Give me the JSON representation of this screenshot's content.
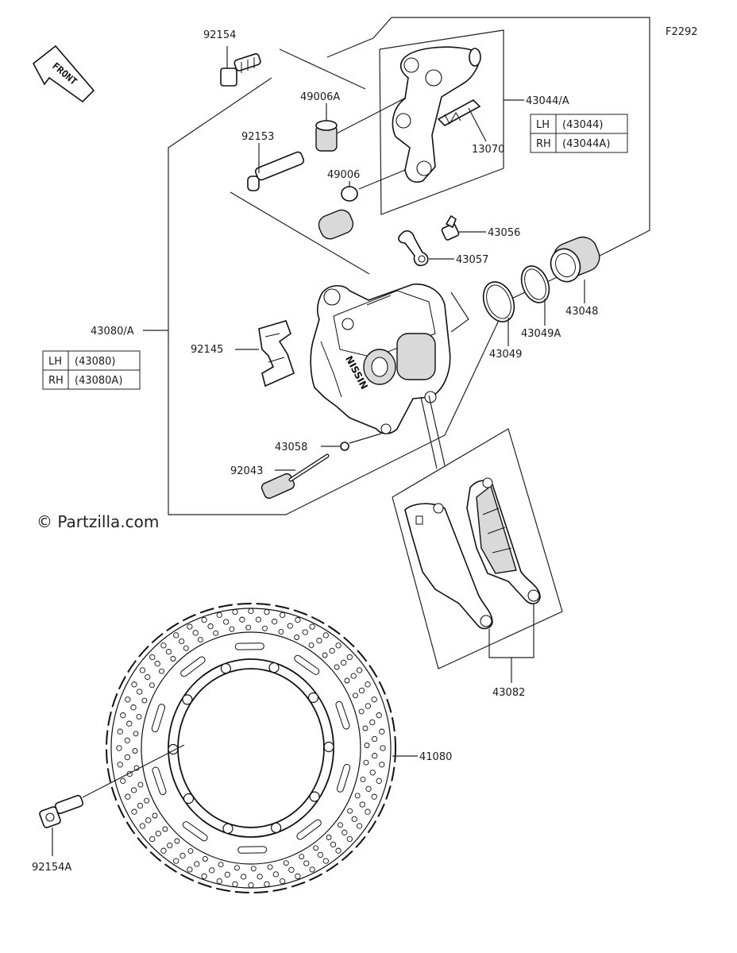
{
  "figure_code": "F2292",
  "front_label": "FRONT",
  "watermark": "© Partzilla.com",
  "parts": {
    "p92154": "92154",
    "p49006A": "49006A",
    "p92153": "92153",
    "p49006": "49006",
    "p43044A": "43044/A",
    "p13070": "13070",
    "p43056": "43056",
    "p43057": "43057",
    "p43048": "43048",
    "p43049A": "43049A",
    "p43049": "43049",
    "p43080A": "43080/A",
    "p92145": "92145",
    "p43058": "43058",
    "p92043": "92043",
    "p43082": "43082",
    "p41080": "41080",
    "p92154A": "92154A"
  },
  "table_43044": {
    "rows": [
      {
        "side": "LH",
        "part": "(43044)"
      },
      {
        "side": "RH",
        "part": "(43044A)"
      }
    ]
  },
  "table_43080": {
    "rows": [
      {
        "side": "LH",
        "part": "(43080)"
      },
      {
        "side": "RH",
        "part": "(43080A)"
      }
    ]
  }
}
